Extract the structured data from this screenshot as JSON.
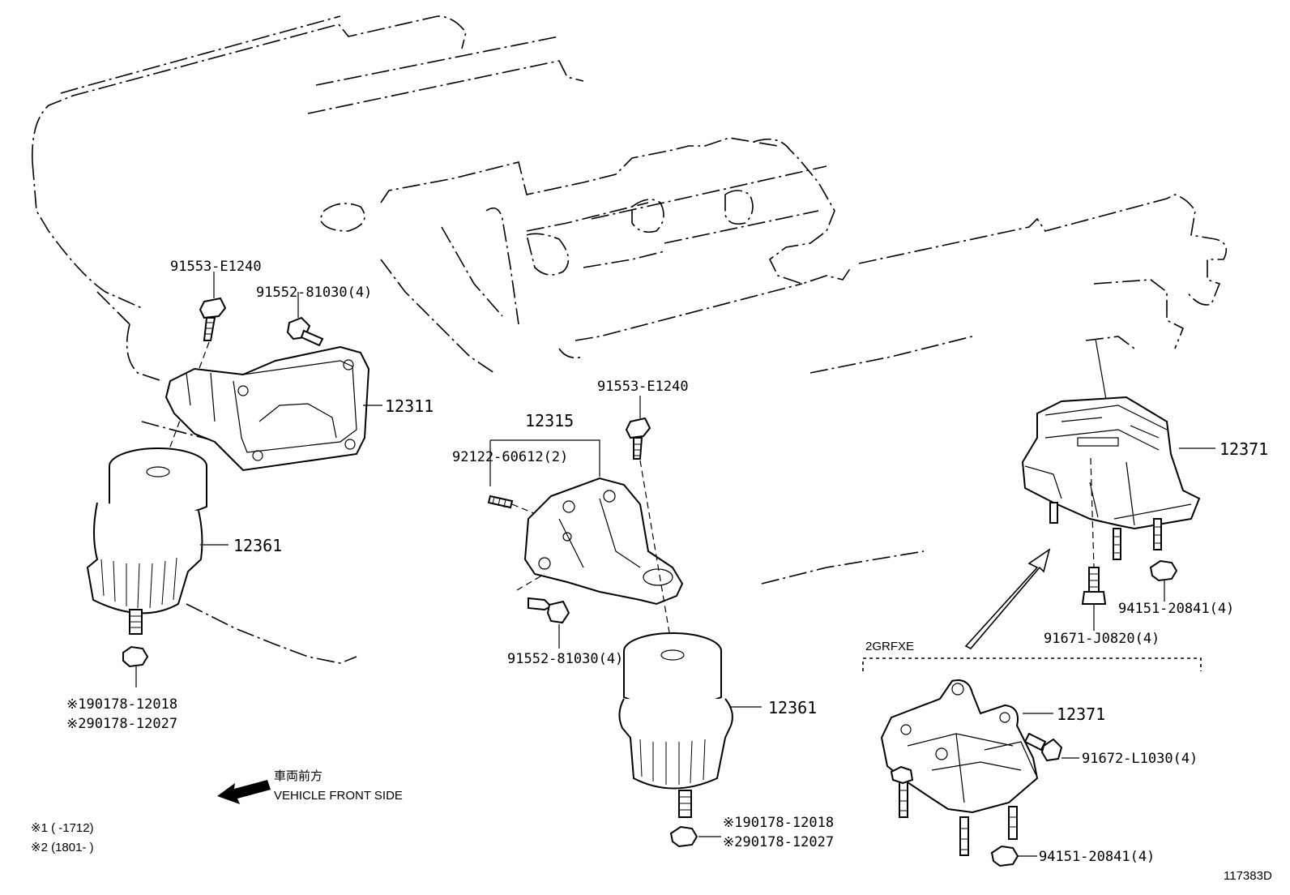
{
  "labels": {
    "bolt_left_top": "91553-E1240",
    "bolt_left_set": "91552-81030(4)",
    "bracket_left": "12311",
    "insulator_left": "12361",
    "nut_left_1": "※190178-12018",
    "nut_left_2": "※290178-12027",
    "bracket_center": "12315",
    "stud_center": "92122-60612(2)",
    "bolt_center_top": "91553-E1240",
    "bolt_center_set": "91552-81030(4)",
    "insulator_center": "12361",
    "nut_center_1": "※190178-12018",
    "nut_center_2": "※290178-12027",
    "rear_mount": "12371",
    "rear_bolt": "91671-J0820(4)",
    "rear_nut": "94151-20841(4)",
    "variant_engine": "2GRFXE",
    "variant_mount": "12371",
    "variant_bolt": "91672-L1030(4)",
    "variant_nut": "94151-20841(4)",
    "front_jp": "車両前方",
    "front_en": "VEHICLE FRONT SIDE",
    "note_1": "※1 (     -1712)",
    "note_2": "※2 (1801-      )",
    "figure_id": "117383D"
  }
}
